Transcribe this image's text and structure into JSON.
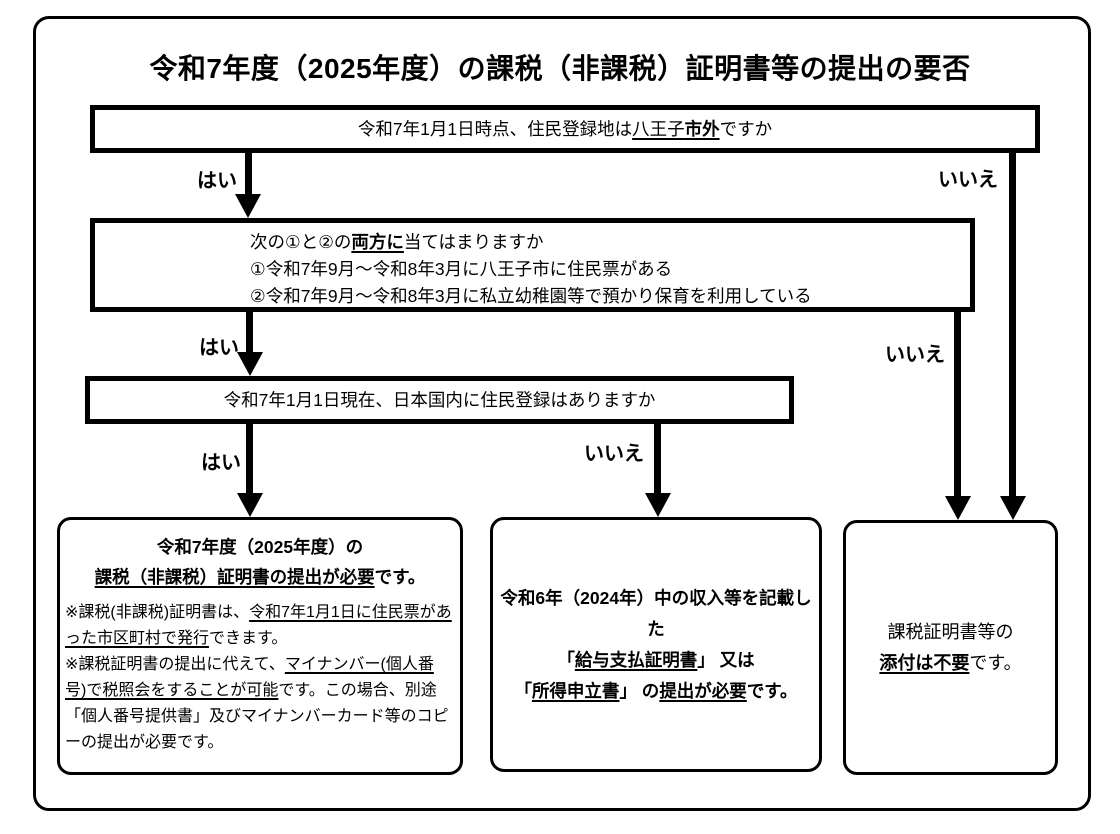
{
  "title": "令和7年度（2025年度）の課税（非課税）証明書等の提出の要否",
  "labels": {
    "yes": "はい",
    "no": "いいえ"
  },
  "colors": {
    "ink": "#000000",
    "background": "#ffffff"
  },
  "q1": {
    "pre": "令和7年1月1日時点、住民登録地は",
    "u": "八王子",
    "ub": "市外",
    "post": "ですか"
  },
  "q2": {
    "l1pre": "次の①と②の",
    "l1ub": "両方に",
    "l1post": "当てはまりますか",
    "l2": "①令和7年9月～令和8年3月に八王子市に住民票がある",
    "l3": "②令和7年9月～令和8年3月に私立幼稚園等で預かり保育を利用している"
  },
  "q3": {
    "text": "令和7年1月1日現在、日本国内に住民登録はありますか"
  },
  "result1": {
    "h1": "令和7年度（2025年度）の",
    "h2u": "課税（非課税）証明書の提出が必要",
    "h2post": "です。",
    "n1pre": "※課税(非課税)証明書は、",
    "n1u": "令和7年1月1日に住民票があった市区町村で発行",
    "n1post": "できます。",
    "n2pre": "※課税証明書の提出に代えて、",
    "n2u": "マイナンバー(個人番号)で税照会をすることが可能",
    "n2post": "です。この場合、別途「個人番号提供書」及びマイナンバーカード等のコピーの提出が必要です。"
  },
  "result2": {
    "l1": "令和6年（2024年）中の収入等を記載した",
    "l2pre": "「",
    "l2u": "給与支払証明書",
    "l2post": "」 又は",
    "l3pre": "「",
    "l3u": "所得申立書",
    "l3mid": "」 の",
    "l3u2": "提出が必要",
    "l3post": "です。"
  },
  "result3": {
    "l1": "課税証明書等の",
    "l2ub": "添付は不要",
    "l2post": "です。"
  }
}
